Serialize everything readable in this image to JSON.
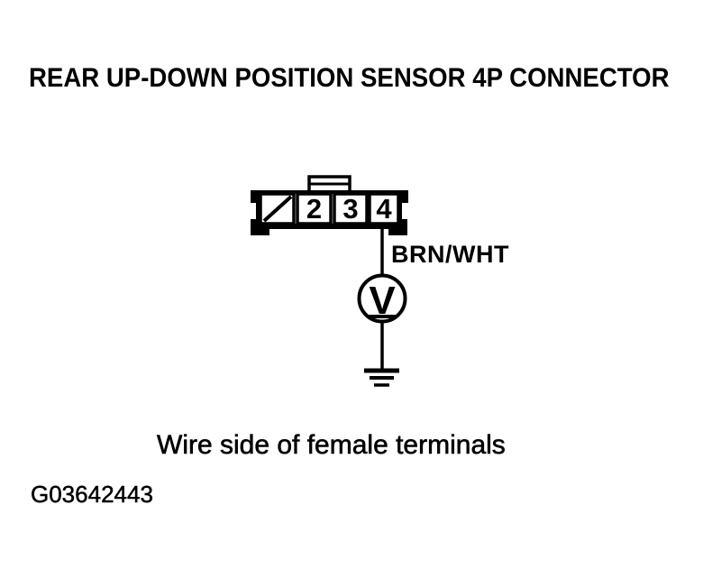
{
  "title": "REAR UP-DOWN POSITION SENSOR 4P CONNECTOR",
  "connector": {
    "type": "4P",
    "view_caption": "Wire side of female terminals",
    "cavities": [
      {
        "pin": "1",
        "status": "empty-slashed",
        "label": ""
      },
      {
        "pin": "2",
        "status": "present",
        "label": "2"
      },
      {
        "pin": "3",
        "status": "present",
        "label": "3"
      },
      {
        "pin": "4",
        "status": "present",
        "label": "4"
      }
    ],
    "pin_labels": [
      "2",
      "3",
      "4"
    ]
  },
  "wire": {
    "label": "BRN/WHT",
    "from_pin": "4",
    "to": "ground"
  },
  "meter": {
    "symbol": "V",
    "name": "voltmeter"
  },
  "figure_id": "G03642443",
  "colors": {
    "ink": "#000000",
    "background": "#ffffff"
  }
}
